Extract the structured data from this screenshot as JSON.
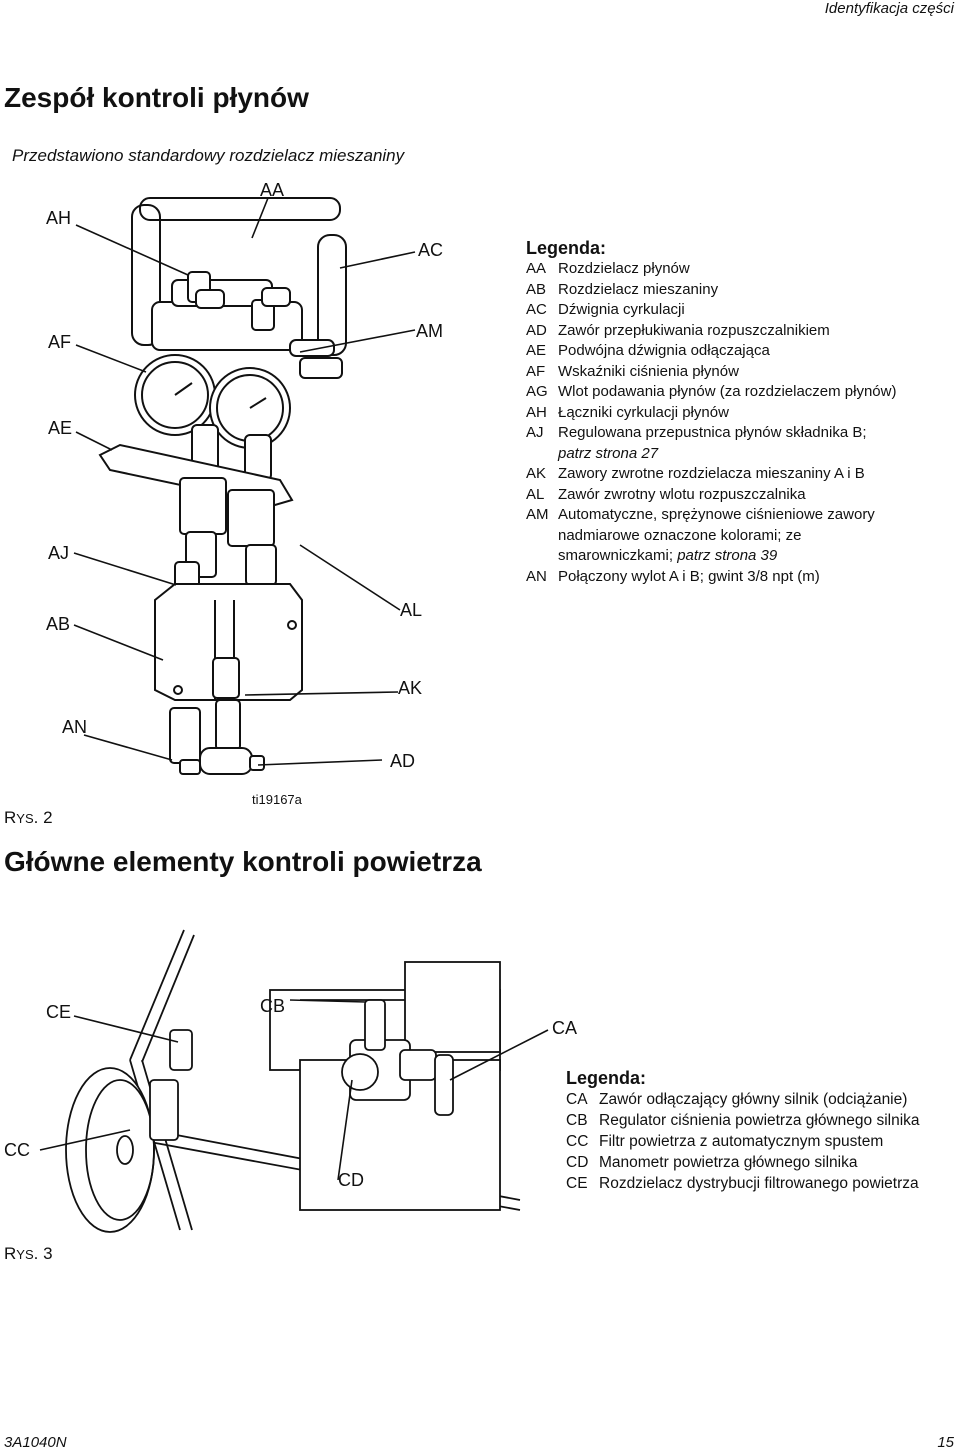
{
  "header": {
    "section": "Identyfikacja części"
  },
  "section1": {
    "title": "Zespół kontroli płynów",
    "subtitle": "Przedstawiono standardowy rozdzielacz mieszaniny",
    "callouts": {
      "AA": "AA",
      "AB": "AB",
      "AC": "AC",
      "AD": "AD",
      "AE": "AE",
      "AF": "AF",
      "AH": "AH",
      "AJ": "AJ",
      "AK": "AK",
      "AL": "AL",
      "AM": "AM",
      "AN": "AN"
    },
    "image_id": "ti19167a",
    "figure_label": {
      "prefix": "R",
      "smallcaps": "YS",
      "number": ". 2"
    },
    "legend": {
      "title": "Legenda:",
      "items": [
        {
          "code": "AA",
          "lines": [
            {
              "text": "Rozdzielacz płynów"
            }
          ]
        },
        {
          "code": "AB",
          "lines": [
            {
              "text": "Rozdzielacz mieszaniny"
            }
          ]
        },
        {
          "code": "AC",
          "lines": [
            {
              "text": "Dźwignia cyrkulacji"
            }
          ]
        },
        {
          "code": "AD",
          "lines": [
            {
              "text": "Zawór przepłukiwania rozpuszczalnikiem"
            }
          ]
        },
        {
          "code": "AE",
          "lines": [
            {
              "text": "Podwójna dźwignia odłączająca"
            }
          ]
        },
        {
          "code": "AF",
          "lines": [
            {
              "text": "Wskaźniki ciśnienia płynów"
            }
          ]
        },
        {
          "code": "AG",
          "lines": [
            {
              "text": "Wlot podawania płynów (za rozdzielaczem płynów)"
            }
          ]
        },
        {
          "code": "AH",
          "lines": [
            {
              "text": "Łączniki cyrkulacji płynów"
            }
          ]
        },
        {
          "code": "AJ",
          "lines": [
            {
              "text": "Regulowana przepustnica płynów składnika B;"
            },
            {
              "text": "patrz strona 27",
              "italic": true
            }
          ]
        },
        {
          "code": "AK",
          "lines": [
            {
              "text": "Zawory zwrotne rozdzielacza mieszaniny A i B"
            }
          ]
        },
        {
          "code": "AL",
          "lines": [
            {
              "text": "Zawór zwrotny wlotu rozpuszczalnika"
            }
          ]
        },
        {
          "code": "AM",
          "lines": [
            {
              "text": "Automatyczne, sprężynowe ciśnieniowe zawory"
            },
            {
              "text": "nadmiarowe oznaczone kolorami; ze"
            },
            {
              "text": "smarowniczkami; ",
              "tail_italic": "patrz strona 39"
            }
          ]
        },
        {
          "code": "AN",
          "lines": [
            {
              "text": "Połączony wylot A i B; gwint 3/8 npt (m)"
            }
          ]
        }
      ]
    }
  },
  "section2": {
    "title": "Główne elementy kontroli powietrza",
    "callouts": {
      "CA": "CA",
      "CB": "CB",
      "CC": "CC",
      "CD": "CD",
      "CE": "CE"
    },
    "figure_label": {
      "prefix": "R",
      "smallcaps": "YS",
      "number": ". 3"
    },
    "legend": {
      "title": "Legenda:",
      "items": [
        {
          "code": "CA",
          "text": "Zawór odłączający główny silnik (odciążanie)"
        },
        {
          "code": "CB",
          "text": "Regulator ciśnienia powietrza głównego silnika"
        },
        {
          "code": "CC",
          "text": "Filtr powietrza z automatycznym spustem"
        },
        {
          "code": "CD",
          "text": "Manometr powietrza głównego silnika"
        },
        {
          "code": "CE",
          "text": "Rozdzielacz dystrybucji filtrowanego powietrza"
        }
      ]
    }
  },
  "footer": {
    "doc_number": "3A1040N",
    "page": "15"
  }
}
